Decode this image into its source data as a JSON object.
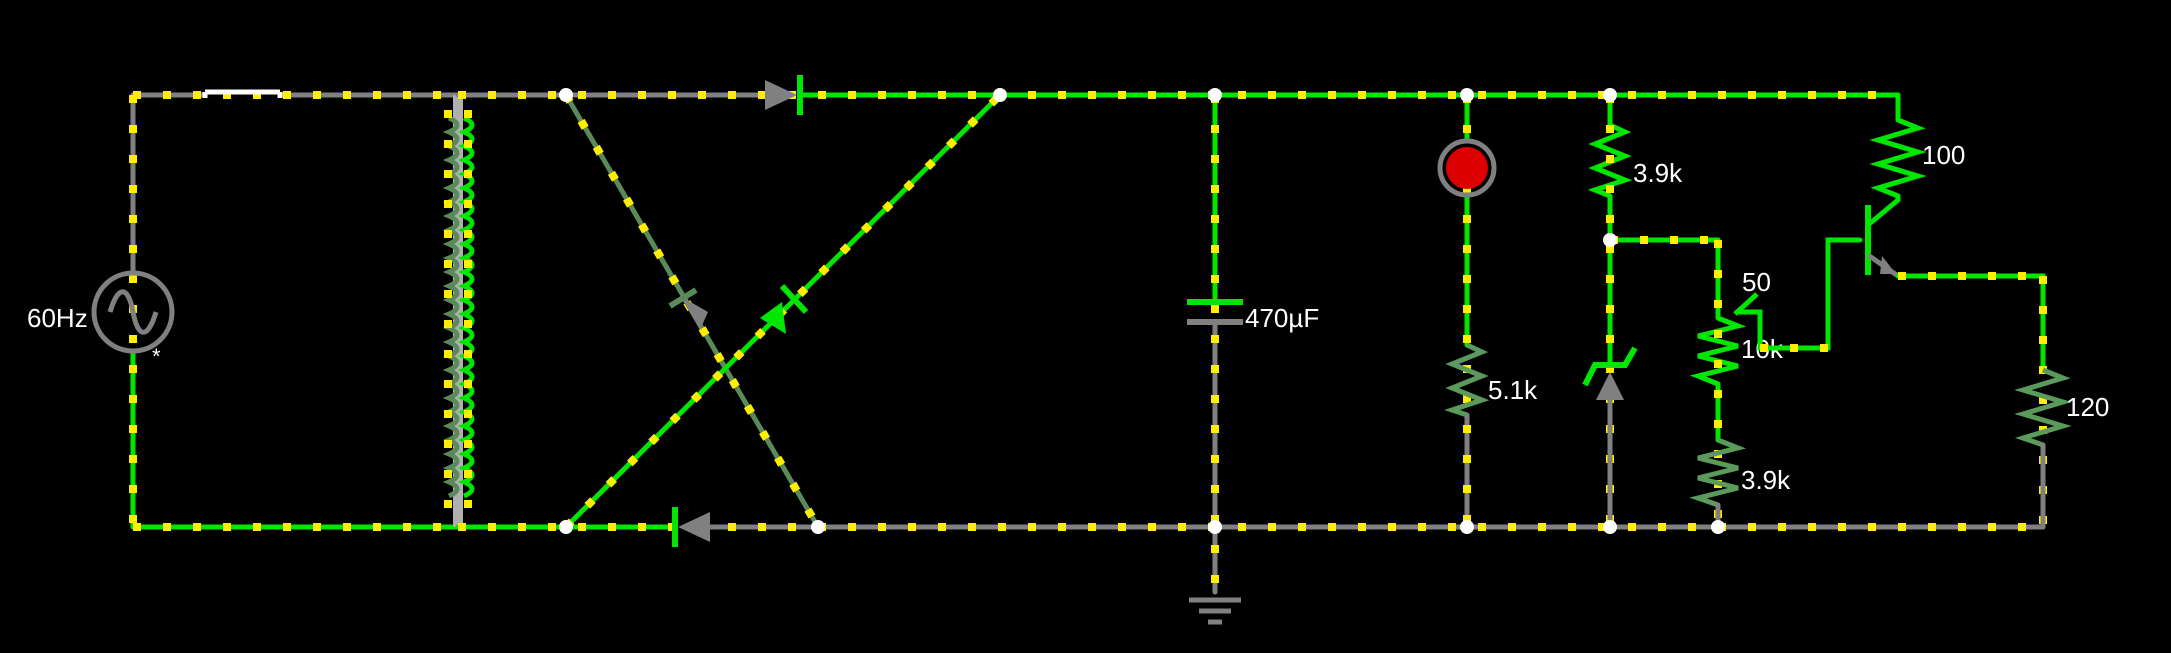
{
  "colors": {
    "background": "#000000",
    "wire_idle": "#808080",
    "wire_active": "#00e600",
    "current_dot": "#ffee00",
    "led_on": "#dd0000"
  },
  "source": {
    "label": "60Hz",
    "marker": "*"
  },
  "components": {
    "capacitor": "470µF",
    "led_resistor": "5.1k",
    "r_top": "3.9k",
    "pot_top": "50",
    "pot_mid": "10k",
    "r_bottom": "3.9k",
    "r_collector": "100",
    "r_load": "120"
  },
  "icons": {
    "source": "ac-source-icon",
    "ground": "ground-icon",
    "led": "led-icon",
    "zener": "zener-diode-icon",
    "transistor": "npn-transistor-icon",
    "diode": "diode-icon",
    "transformer": "transformer-icon",
    "switch": "switch-icon"
  }
}
